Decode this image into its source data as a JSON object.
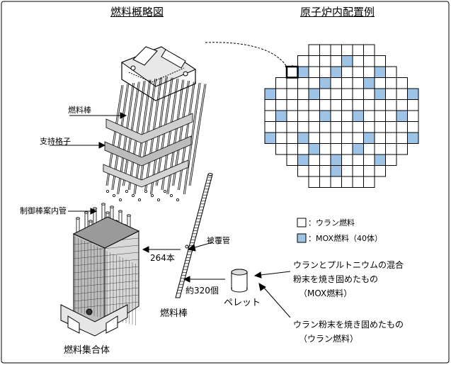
{
  "titles": {
    "left": "燃料概略図",
    "right": "原子炉内配置例"
  },
  "labels": {
    "fuel_rod_upper": "燃料棒",
    "support_grid": "支持格子",
    "control_rod_guide": "制御棒案内管",
    "count_264": "264本",
    "cladding": "被覆管",
    "pellet_count": "約320個",
    "fuel_rod": "燃料棒",
    "pellet": "ペレット",
    "assembly": "燃料集合体"
  },
  "legend": {
    "uranium": "：ウラン燃料",
    "mox": "：MOX燃料（40体）"
  },
  "descriptions": {
    "mox_line1": "ウランとプルトニウムの混合",
    "mox_line2": "粉末を焼き固めたもの",
    "mox_line3": "（MOX燃料）",
    "uo2_line1": "ウラン粉末を焼き固めたもの",
    "uo2_line2": "（ウラン燃料）"
  },
  "colors": {
    "mox_fill": "#9dc3e6",
    "uranium_fill": "#ffffff",
    "grid_line": "#000000"
  },
  "core_map": {
    "rows": [
      "....000000....",
      "...00001000...",
      "..0100100010..",
      ".000010001000.",
      "10001000001001",
      "00000000000000",
      "01000100100010",
      "00000000000000",
      "10010000010001",
      ".000100010000.",
      "..0100100010..",
      "...00010000...",
      "....000000...."
    ],
    "highlighted_cell": [
      2,
      2
    ]
  }
}
